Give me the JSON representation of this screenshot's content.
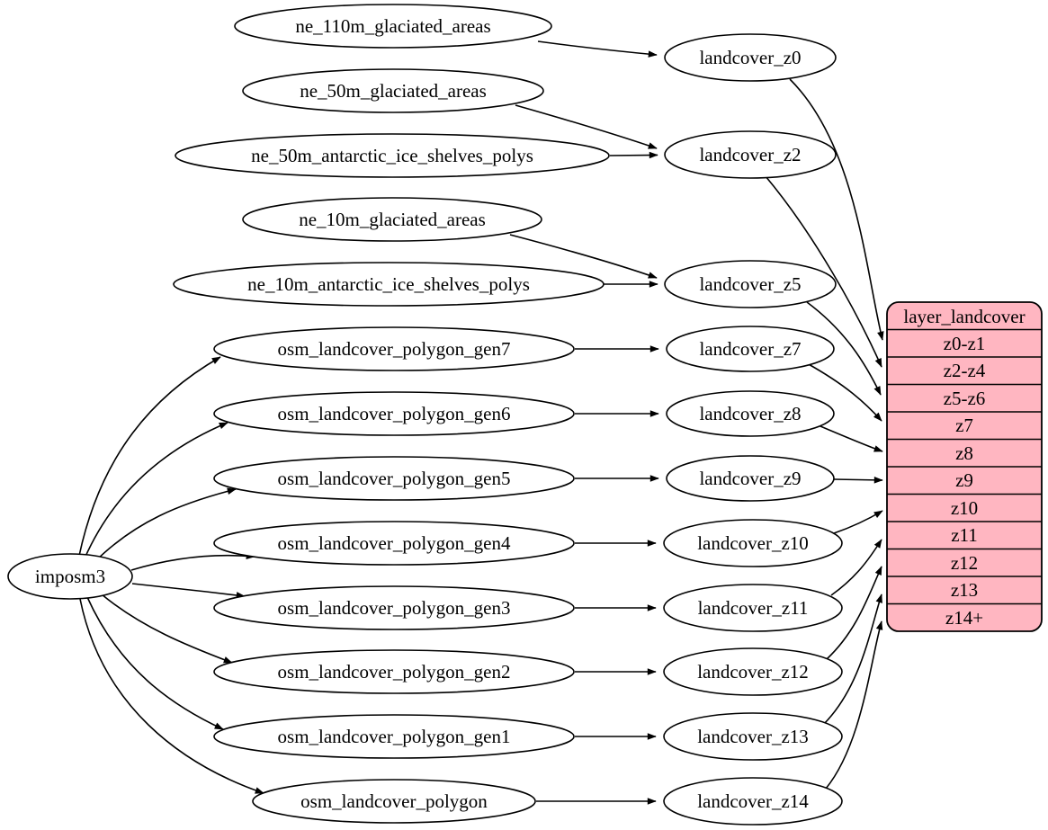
{
  "diagram": {
    "kind": "dependency-graph",
    "background_color": "#ffffff",
    "colors": {
      "node_fill": "#ffffff",
      "node_stroke": "#000000",
      "edge_color": "#000000",
      "table_fill": "#ffb6c1",
      "text_color": "#000000"
    }
  },
  "nodes": {
    "imposm3": "imposm3",
    "ne_110m_glaciated_areas": "ne_110m_glaciated_areas",
    "ne_50m_glaciated_areas": "ne_50m_glaciated_areas",
    "ne_50m_antarctic_ice_shelves_polys": "ne_50m_antarctic_ice_shelves_polys",
    "ne_10m_glaciated_areas": "ne_10m_glaciated_areas",
    "ne_10m_antarctic_ice_shelves_polys": "ne_10m_antarctic_ice_shelves_polys",
    "osm_landcover_polygon_gen7": "osm_landcover_polygon_gen7",
    "osm_landcover_polygon_gen6": "osm_landcover_polygon_gen6",
    "osm_landcover_polygon_gen5": "osm_landcover_polygon_gen5",
    "osm_landcover_polygon_gen4": "osm_landcover_polygon_gen4",
    "osm_landcover_polygon_gen3": "osm_landcover_polygon_gen3",
    "osm_landcover_polygon_gen2": "osm_landcover_polygon_gen2",
    "osm_landcover_polygon_gen1": "osm_landcover_polygon_gen1",
    "osm_landcover_polygon": "osm_landcover_polygon",
    "landcover_z0": "landcover_z0",
    "landcover_z2": "landcover_z2",
    "landcover_z5": "landcover_z5",
    "landcover_z7": "landcover_z7",
    "landcover_z8": "landcover_z8",
    "landcover_z9": "landcover_z9",
    "landcover_z10": "landcover_z10",
    "landcover_z11": "landcover_z11",
    "landcover_z12": "landcover_z12",
    "landcover_z13": "landcover_z13",
    "landcover_z14": "landcover_z14"
  },
  "layer_table": {
    "title": "layer_landcover",
    "rows": [
      "z0-z1",
      "z2-z4",
      "z5-z6",
      "z7",
      "z8",
      "z9",
      "z10",
      "z11",
      "z12",
      "z13",
      "z14+"
    ]
  },
  "edges": [
    {
      "from": "ne_110m_glaciated_areas",
      "to": "landcover_z0"
    },
    {
      "from": "ne_50m_glaciated_areas",
      "to": "landcover_z2"
    },
    {
      "from": "ne_50m_antarctic_ice_shelves_polys",
      "to": "landcover_z2"
    },
    {
      "from": "ne_10m_glaciated_areas",
      "to": "landcover_z5"
    },
    {
      "from": "ne_10m_antarctic_ice_shelves_polys",
      "to": "landcover_z5"
    },
    {
      "from": "osm_landcover_polygon_gen7",
      "to": "landcover_z7"
    },
    {
      "from": "osm_landcover_polygon_gen6",
      "to": "landcover_z8"
    },
    {
      "from": "osm_landcover_polygon_gen5",
      "to": "landcover_z9"
    },
    {
      "from": "osm_landcover_polygon_gen4",
      "to": "landcover_z10"
    },
    {
      "from": "osm_landcover_polygon_gen3",
      "to": "landcover_z11"
    },
    {
      "from": "osm_landcover_polygon_gen2",
      "to": "landcover_z12"
    },
    {
      "from": "osm_landcover_polygon_gen1",
      "to": "landcover_z13"
    },
    {
      "from": "osm_landcover_polygon",
      "to": "landcover_z14"
    },
    {
      "from": "imposm3",
      "to": "osm_landcover_polygon_gen7"
    },
    {
      "from": "imposm3",
      "to": "osm_landcover_polygon_gen6"
    },
    {
      "from": "imposm3",
      "to": "osm_landcover_polygon_gen5"
    },
    {
      "from": "imposm3",
      "to": "osm_landcover_polygon_gen4"
    },
    {
      "from": "imposm3",
      "to": "osm_landcover_polygon_gen3"
    },
    {
      "from": "imposm3",
      "to": "osm_landcover_polygon_gen2"
    },
    {
      "from": "imposm3",
      "to": "osm_landcover_polygon_gen1"
    },
    {
      "from": "imposm3",
      "to": "osm_landcover_polygon"
    },
    {
      "from": "landcover_z0",
      "to": "layer_landcover",
      "field": "z0-z1"
    },
    {
      "from": "landcover_z2",
      "to": "layer_landcover",
      "field": "z2-z4"
    },
    {
      "from": "landcover_z5",
      "to": "layer_landcover",
      "field": "z5-z6"
    },
    {
      "from": "landcover_z7",
      "to": "layer_landcover",
      "field": "z7"
    },
    {
      "from": "landcover_z8",
      "to": "layer_landcover",
      "field": "z8"
    },
    {
      "from": "landcover_z9",
      "to": "layer_landcover",
      "field": "z9"
    },
    {
      "from": "landcover_z10",
      "to": "layer_landcover",
      "field": "z10"
    },
    {
      "from": "landcover_z11",
      "to": "layer_landcover",
      "field": "z11"
    },
    {
      "from": "landcover_z12",
      "to": "layer_landcover",
      "field": "z12"
    },
    {
      "from": "landcover_z13",
      "to": "layer_landcover",
      "field": "z13"
    },
    {
      "from": "landcover_z14",
      "to": "layer_landcover",
      "field": "z14+"
    }
  ]
}
